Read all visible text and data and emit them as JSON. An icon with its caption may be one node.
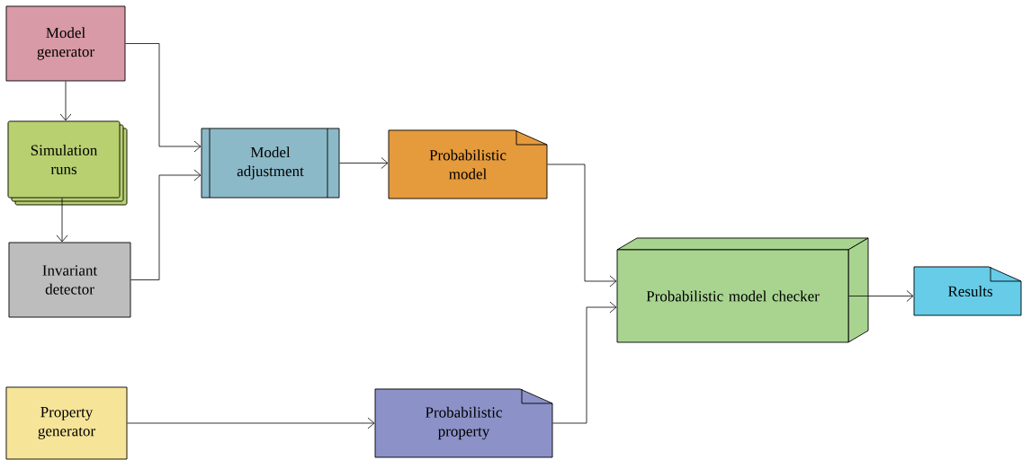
{
  "diagram": {
    "nodes": [
      {
        "text": [
          "Model generator"
        ]
      },
      {
        "text": [
          "Simulation runs"
        ]
      },
      {
        "text": [
          "Invariant detector"
        ]
      },
      {
        "text": [
          "Model adjustment"
        ]
      },
      {
        "text": [
          "Probabilistic model"
        ]
      },
      {
        "text": [
          "Probabilistic model checker"
        ]
      },
      {
        "text": [
          "Results"
        ]
      },
      {
        "text": [
          "Property generator"
        ]
      },
      {
        "text": [
          "Probabilistic property"
        ]
      }
    ],
    "edges": [
      {
        "from": 0,
        "to": 1,
        "arrow": "to"
      },
      {
        "from": 1,
        "to": 2,
        "arrow": "to"
      },
      {
        "from": 0,
        "to": 3,
        "arrow": "to"
      },
      {
        "from": 2,
        "to": 3,
        "arrow": "to"
      },
      {
        "from": 3,
        "to": 4,
        "arrow": "to"
      },
      {
        "from": 4,
        "to": 5,
        "arrow": "to"
      },
      {
        "from": 8,
        "to": 5,
        "arrow": "to"
      },
      {
        "from": 5,
        "to": 6,
        "arrow": "to"
      },
      {
        "from": 7,
        "to": 8,
        "arrow": "to"
      }
    ]
  }
}
